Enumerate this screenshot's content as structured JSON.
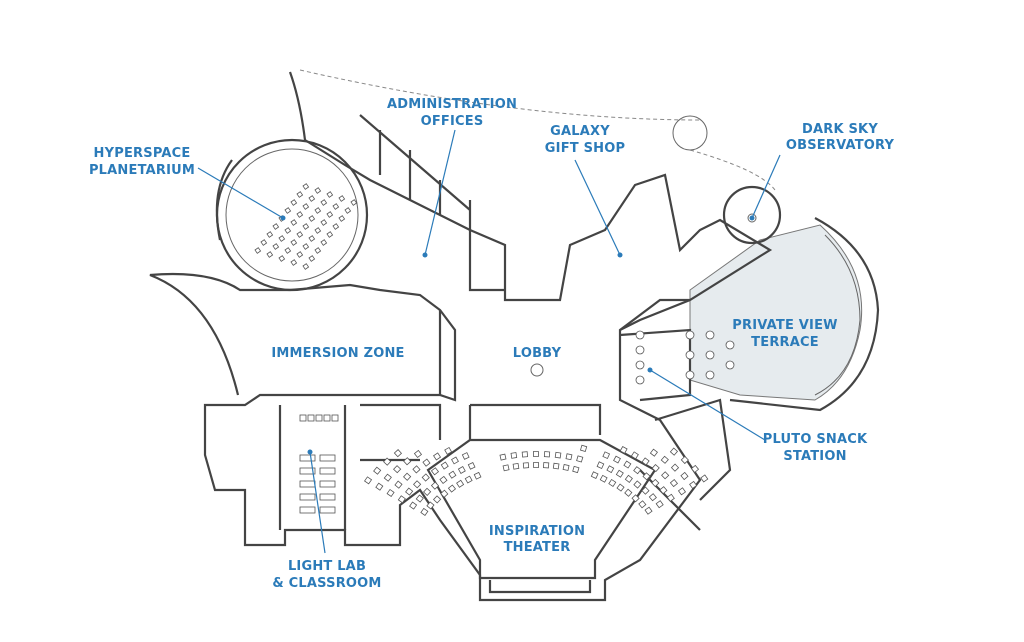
{
  "floor_plan": {
    "label_color": "#2b7bb9",
    "wall_color": "#444444",
    "rooms": {
      "planetarium": [
        "HYPERSPACE",
        "PLANETARIUM"
      ],
      "admin": [
        "ADMINISTRATION",
        "OFFICES"
      ],
      "gift_shop": [
        "GALAXY",
        "GIFT SHOP"
      ],
      "observatory": [
        "DARK SKY",
        "OBSERVATORY"
      ],
      "terrace": [
        "PRIVATE VIEW",
        "TERRACE"
      ],
      "immersion": "IMMERSION ZONE",
      "lobby": "LOBBY",
      "snack": [
        "PLUTO SNACK",
        "STATION"
      ],
      "theater": [
        "INSPIRATION",
        "THEATER"
      ],
      "lab": [
        "LIGHT LAB",
        "& CLASSROOM"
      ]
    }
  }
}
